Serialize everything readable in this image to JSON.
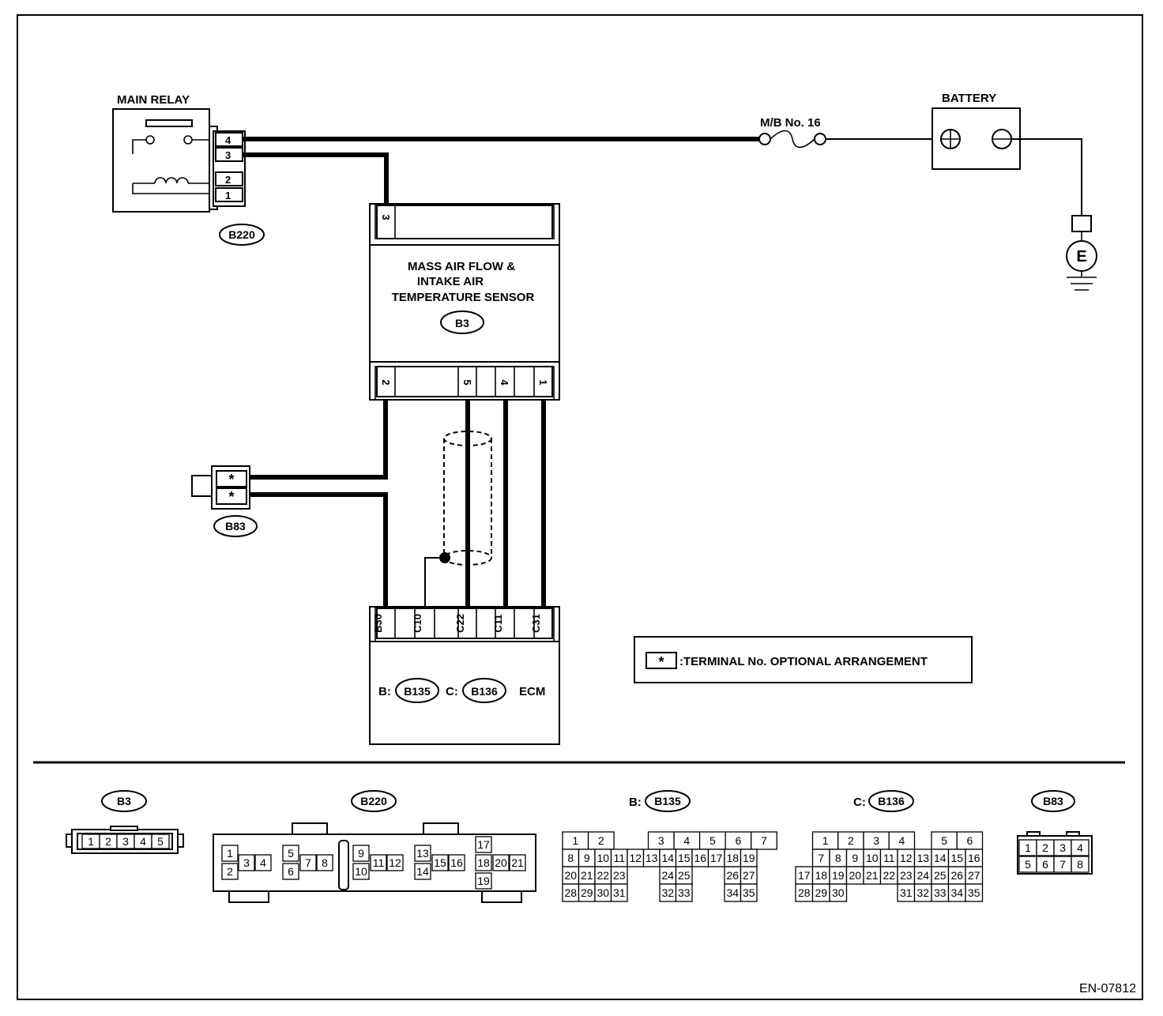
{
  "diagram": {
    "main_relay": {
      "title": "MAIN RELAY",
      "pins": [
        "4",
        "3",
        "2",
        "1"
      ],
      "connector": "B220"
    },
    "fuse": {
      "label": "M/B No. 16"
    },
    "battery": {
      "title": "BATTERY"
    },
    "ground": {
      "label": "E"
    },
    "sensor": {
      "line1": "MASS AIR FLOW &",
      "line2": "INTAKE AIR",
      "line3": "TEMPERATURE SENSOR",
      "connector": "B3",
      "top_pin": "3",
      "bottom_pins": [
        "2",
        "5",
        "4",
        "1"
      ]
    },
    "b83": {
      "connector": "B83",
      "pins": [
        "*",
        "*"
      ]
    },
    "ecm": {
      "title": "ECM",
      "b_prefix": "B:",
      "c_prefix": "C:",
      "b_connector": "B135",
      "c_connector": "C",
      "c_connector_label": "B136",
      "pins": [
        "B30",
        "C10",
        "C22",
        "C11",
        "C31"
      ]
    },
    "legend": {
      "symbol": "*",
      "text": ":TERMINAL No. OPTIONAL ARRANGEMENT"
    },
    "figure_id": "EN-07812"
  },
  "connector_views": {
    "b3": {
      "label": "B3",
      "pins": [
        "1",
        "2",
        "3",
        "4",
        "5"
      ]
    },
    "b220": {
      "label": "B220"
    },
    "b135": {
      "prefix": "B:",
      "label": "B135"
    },
    "b136": {
      "prefix": "C:",
      "label": "B136"
    },
    "b83": {
      "label": "B83",
      "pins": [
        "1",
        "2",
        "3",
        "4",
        "5",
        "6",
        "7",
        "8"
      ]
    }
  }
}
